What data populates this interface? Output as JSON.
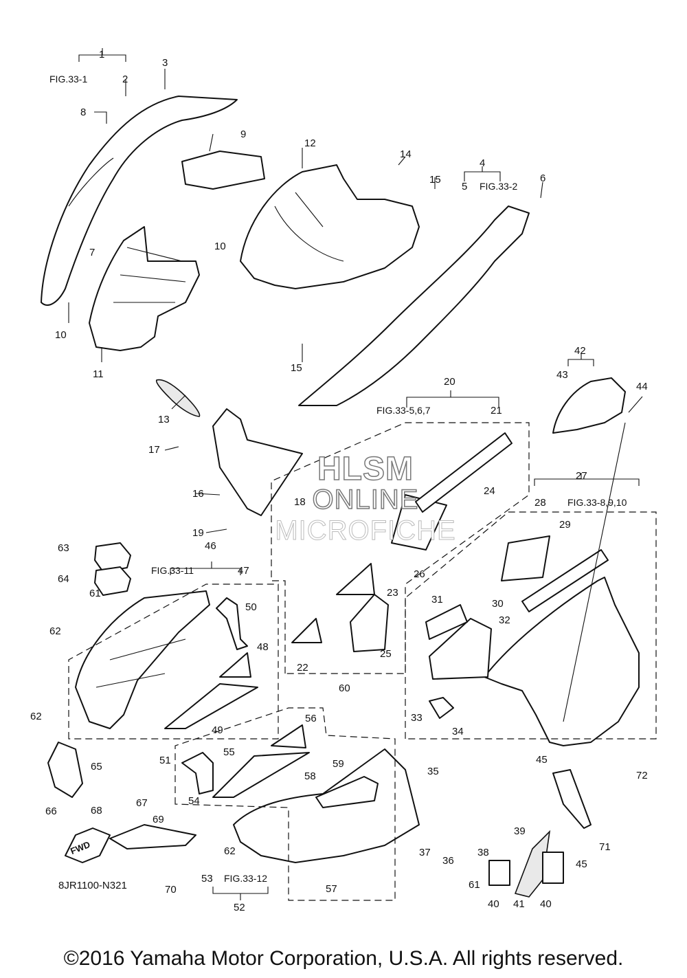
{
  "watermark": {
    "line1": "HLSM",
    "line2": "ONLINE",
    "line3": "MICROFICHE"
  },
  "footer": {
    "copyright": "©2016 Yamaha Motor Corporation, U.S.A. All rights reserved."
  },
  "diagram_code": "8JR1100-N321",
  "direction_label": "FWD",
  "fig_refs": {
    "fig33_1": "FIG.33-1",
    "fig33_2": "FIG.33-2",
    "fig33_567": "FIG.33-5,6,7",
    "fig33_8910": "FIG.33-8,9,10",
    "fig33_11": "FIG.33-11",
    "fig33_12": "FIG.33-12"
  },
  "part_numbers": {
    "p1": "1",
    "p2": "2",
    "p3": "3",
    "p4": "4",
    "p5": "5",
    "p6": "6",
    "p7": "7",
    "p8": "8",
    "p9": "9",
    "p10a": "10",
    "p10b": "10",
    "p11": "11",
    "p12": "12",
    "p13": "13",
    "p14": "14",
    "p15a": "15",
    "p15b": "15",
    "p16": "16",
    "p17": "17",
    "p18": "18",
    "p19": "19",
    "p20": "20",
    "p21": "21",
    "p22": "22",
    "p23": "23",
    "p24": "24",
    "p25": "25",
    "p26": "26",
    "p27": "27",
    "p28": "28",
    "p29": "29",
    "p30": "30",
    "p31": "31",
    "p32": "32",
    "p33": "33",
    "p34": "34",
    "p35": "35",
    "p36": "36",
    "p37": "37",
    "p38": "38",
    "p39": "39",
    "p40a": "40",
    "p40b": "40",
    "p41": "41",
    "p42": "42",
    "p43": "43",
    "p44": "44",
    "p45a": "45",
    "p45b": "45",
    "p46": "46",
    "p47": "47",
    "p48": "48",
    "p49": "49",
    "p50": "50",
    "p51": "51",
    "p52": "52",
    "p53": "53",
    "p54": "54",
    "p55": "55",
    "p56": "56",
    "p57": "57",
    "p58": "58",
    "p59": "59",
    "p60": "60",
    "p61a": "61",
    "p61b": "61",
    "p62a": "62",
    "p62b": "62",
    "p62c": "62",
    "p63": "63",
    "p64": "64",
    "p65": "65",
    "p66": "66",
    "p67": "67",
    "p68": "68",
    "p69": "69",
    "p70": "70",
    "p71": "71",
    "p72": "72"
  }
}
